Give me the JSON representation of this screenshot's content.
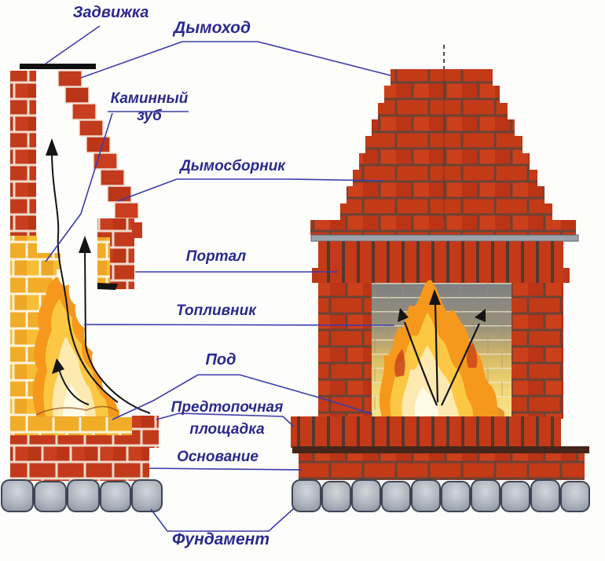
{
  "diagram": {
    "subject": "fireplace-construction-scheme",
    "labels": {
      "zadvizhka": "Задвижка",
      "dymokhod": "Дымоход",
      "kaminny_zub": "Каминный зуб",
      "dymosbornik": "Дымосборник",
      "portal": "Портал",
      "toplivnik": "Топливник",
      "pod": "Под",
      "predtopochnaya": "Предтопочная площадка",
      "osnovanie": "Основание",
      "fundament": "Фундамент"
    },
    "colors": {
      "label_text": "#2a2a8e",
      "callout_line": "#3b3bab",
      "brick_red": "#c23a1b",
      "brick_mortar_dark": "#6b4335",
      "firebrick_yellow": "#f1ac28",
      "stone_gray": "#aab0ba",
      "fire_orange": "#f5981c",
      "fire_core": "#fdeab0",
      "damper_black": "#101010",
      "shelf_gray": "#9ba3ad"
    }
  }
}
